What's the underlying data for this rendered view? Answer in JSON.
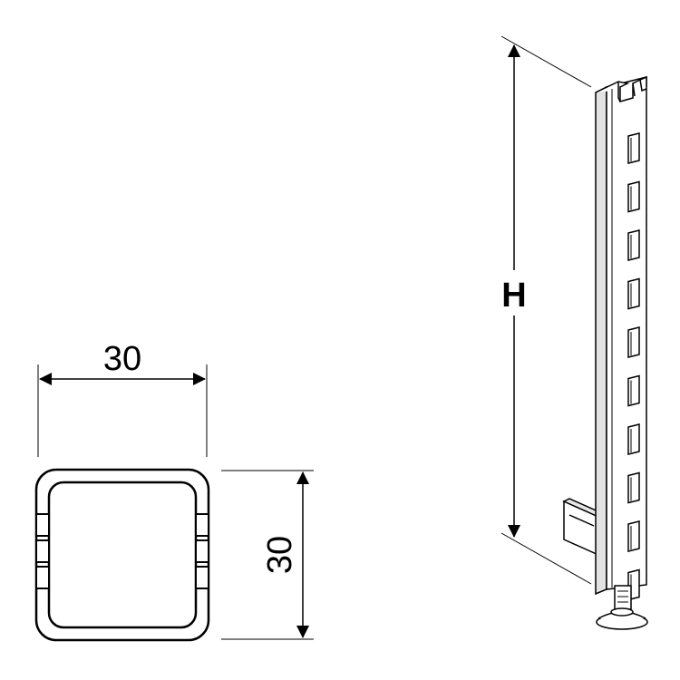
{
  "profile": {
    "width_label": "30",
    "depth_label": "30"
  },
  "upright": {
    "height_label": "H",
    "slot_count": 10
  },
  "colors": {
    "line": "#000000",
    "fill": "#ffffff",
    "shade": "#cfcfcf"
  }
}
